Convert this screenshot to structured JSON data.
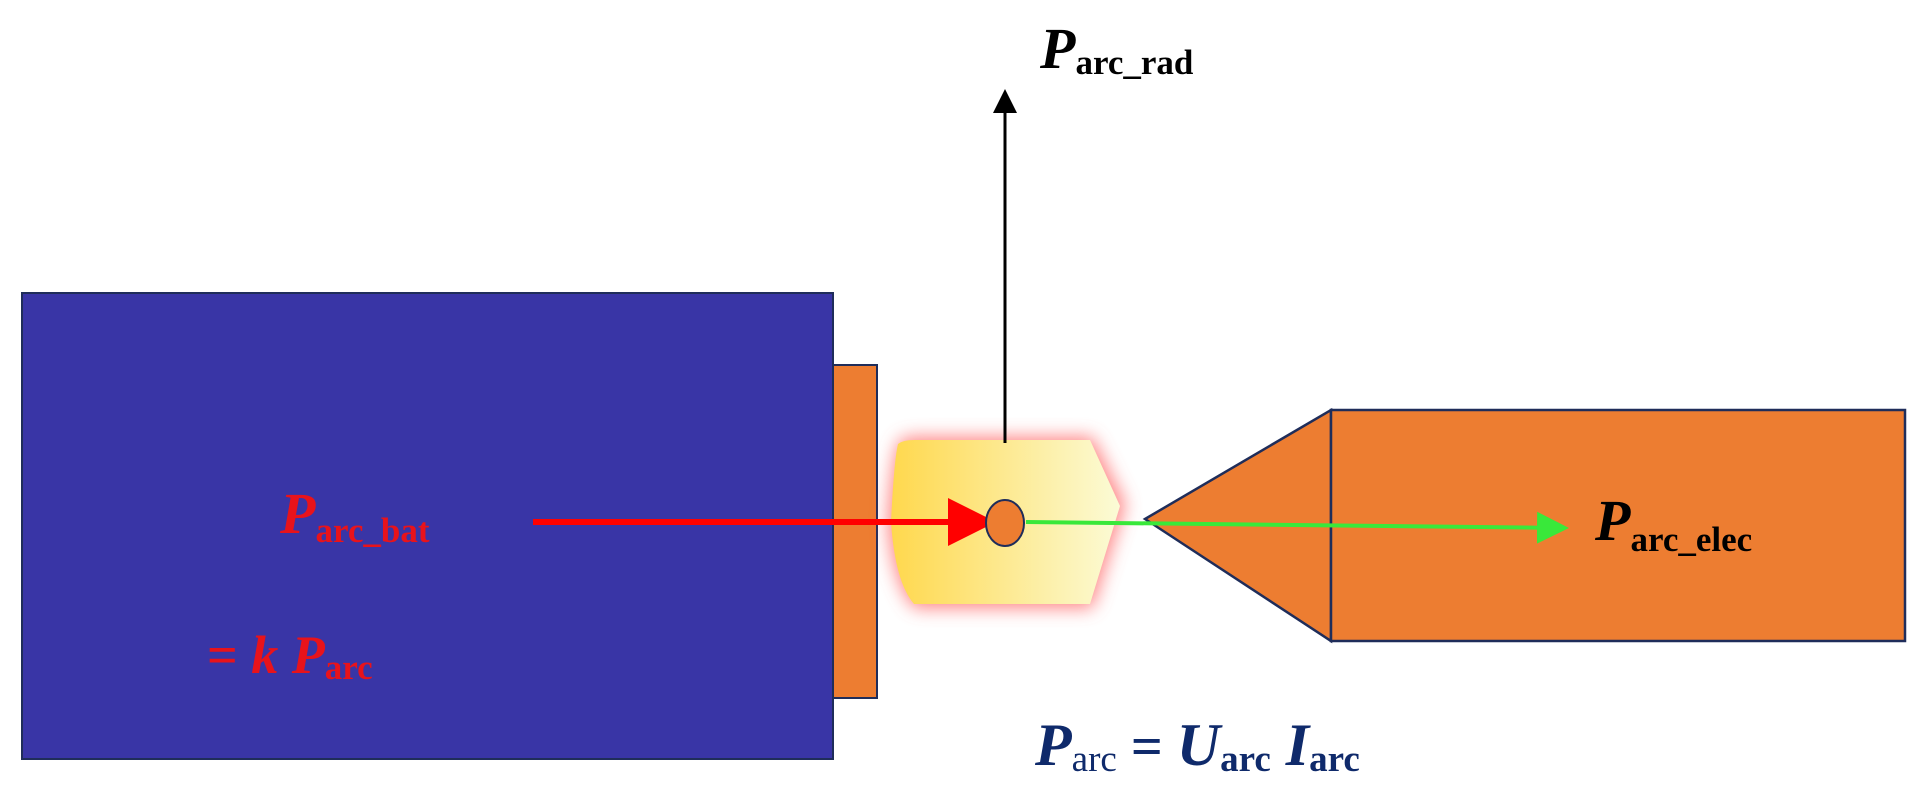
{
  "colors": {
    "battery": "#3935a6",
    "battery_stroke": "#1f2d5a",
    "copper": "#ed7d31",
    "arc_core": "#ffd84d",
    "arc_edge": "#fbfbd6",
    "arc_glow": "#ff5a5a",
    "arrow_bat": "#ff0000",
    "arrow_elec": "#39e83a",
    "arrow_rad": "#000000",
    "label_red": "#e8131b",
    "label_black": "#000000",
    "label_navy": "#0f2a6b"
  },
  "labels": {
    "rad": {
      "main": "P",
      "sub": "arc_rad"
    },
    "elec": {
      "main": "P",
      "sub": "arc_elec"
    },
    "bat": {
      "main": "P",
      "sub": "arc_bat"
    },
    "bat_eq": {
      "eq": "= ",
      "k": "k",
      "p": " P",
      "sub": "arc"
    },
    "arc_eq": {
      "p": "P",
      "p_sub": "arc",
      "eq": " = ",
      "u": "U",
      "u_sub": "arc",
      "i": " I",
      "i_sub": "arc"
    }
  }
}
